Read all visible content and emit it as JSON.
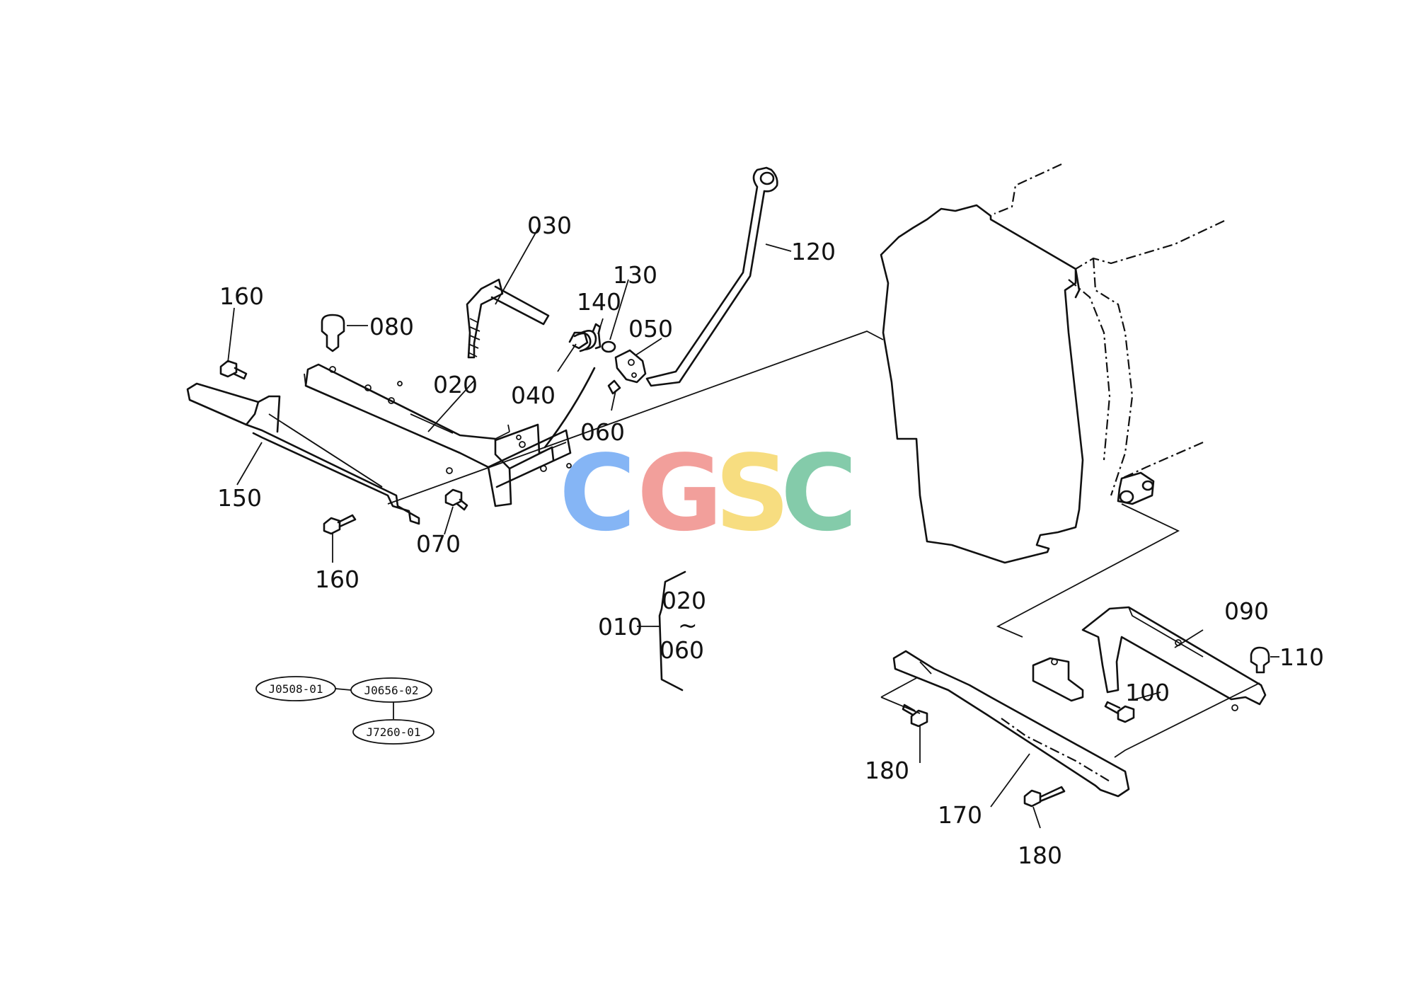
{
  "callouts": {
    "c010": "010",
    "c020a": "020",
    "c020b": "020",
    "c030": "030",
    "c040": "040",
    "c050": "050",
    "c060a": "060",
    "c060b": "060",
    "c070": "070",
    "c080": "080",
    "c090": "090",
    "c100": "100",
    "c110": "110",
    "c120": "120",
    "c130": "130",
    "c140": "140",
    "c150": "150",
    "c160a": "160",
    "c160b": "160",
    "c170": "170",
    "c180a": "180",
    "c180b": "180"
  },
  "range_symbol": "~",
  "refs": {
    "r1": "J0508-01",
    "r2": "J0656-02",
    "r3": "J7260-01"
  },
  "watermark": {
    "letters": [
      "C",
      "G",
      "S",
      "C"
    ],
    "colors": [
      "#7fb2f5",
      "#f29a96",
      "#f7dc7a",
      "#7ec9a6"
    ]
  }
}
